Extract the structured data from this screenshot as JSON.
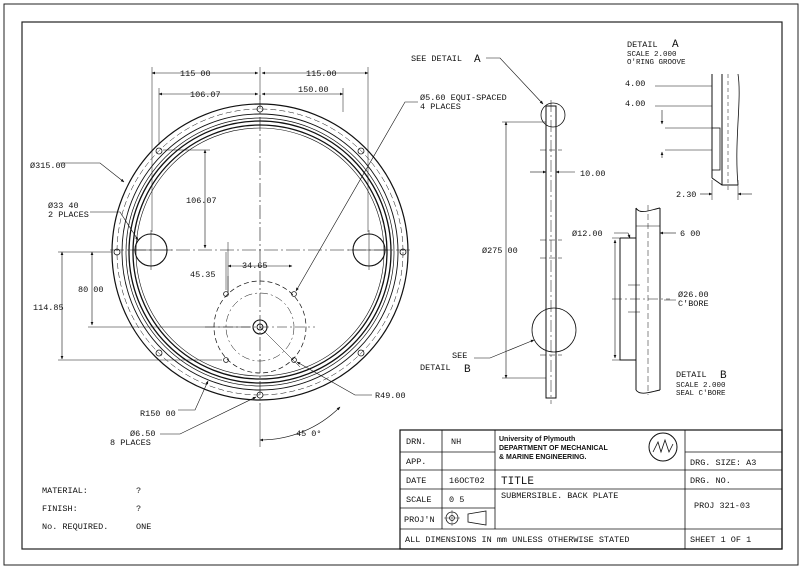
{
  "drawing": {
    "front_view": {
      "dim_top_left": "115 00",
      "dim_top_right": "115.00",
      "dim_top_inner_left": "106.07",
      "dim_top_inner_right": "150.00",
      "dia_outer": "Ø315.00",
      "dia_hole_line1": "Ø33 40",
      "dia_hole_line2": "2 PLACES",
      "dim_vertical_inner": "106.07",
      "dim_45_35": "45.35",
      "dim_34_65": "34.65",
      "dim_80": "80 00",
      "dim_114_85": "114.85",
      "small_holes_line1": "Ø5.60 EQUI-SPACED",
      "small_holes_line2": "4 PLACES",
      "radius_49": "R49.00",
      "radius_150": "R150 00",
      "bolt_holes_line1": "Ø6.50",
      "bolt_holes_line2": "8 PLACES",
      "angle_45": "45 0°"
    },
    "side_view": {
      "see_detail_a": "SEE DETAIL",
      "detail_a_letter": "A",
      "thickness": "10.00",
      "diameter_275": "Ø275 00",
      "see_detail_b_line1": "SEE",
      "see_detail_b_line2": "DETAIL",
      "detail_b_letter": "B"
    },
    "detail_a": {
      "title": "DETAIL",
      "letter": "A",
      "scale": "SCALE  2.000",
      "desc": "O'RING GROOVE",
      "dim_top": "4.00",
      "dim_mid": "4.00",
      "dim_bottom": "2.30"
    },
    "detail_b": {
      "dia_12": "Ø12.00",
      "dim_6": "6 00",
      "cbore_line1": "Ø26.00",
      "cbore_line2": "C'BORE",
      "title": "DETAIL",
      "letter": "B",
      "scale": "SCALE  2.000",
      "desc": "SEAL C'BORE"
    }
  },
  "notes": {
    "material_label": "MATERIAL:",
    "material_value": "?",
    "finish_label": "FINISH:",
    "finish_value": "?",
    "required_label": "No. REQUIRED.",
    "required_value": "ONE"
  },
  "title_block": {
    "drn_label": "DRN.",
    "drn_value": "NH",
    "app_label": "APP.",
    "date_label": "DATE",
    "date_value": "16OCT02",
    "scale_label": "SCALE",
    "scale_value": "0 5",
    "proj_label": "PROJ'N",
    "org_line1": "University of Plymouth",
    "org_line2": "DEPARTMENT OF MECHANICAL",
    "org_line3": "& MARINE ENGINEERING.",
    "title_label": "TITLE",
    "title_value": "SUBMERSIBLE.  BACK PLATE",
    "drg_size_label": "DRG. SIZE: A3",
    "drg_no_label": "DRG. NO.",
    "drg_no_value": "PROJ 321-03",
    "units_note": "ALL DIMENSIONS IN mm UNLESS OTHERWISE STATED",
    "sheet": "SHEET 1 OF 1"
  }
}
